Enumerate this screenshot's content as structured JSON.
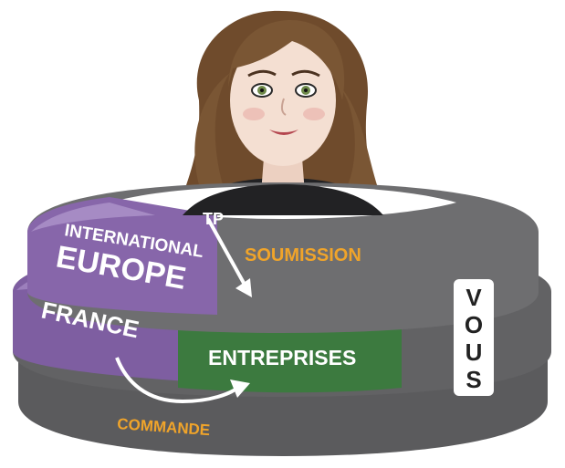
{
  "labels": {
    "international": "INTERNATIONAL",
    "europe": "EUROPE",
    "tp": "TP",
    "soumission": "SOUMISSION",
    "france": "FRANCE",
    "entreprises": "ENTREPRISES",
    "commande": "COMMANDE",
    "vous": [
      "V",
      "O",
      "U",
      "S"
    ]
  },
  "colors": {
    "ring_dark": "#5b5b5d",
    "ring_mid": "#6e6e70",
    "ring_inner": "#3f3f41",
    "purple": "#7e5ea1",
    "purple_light": "#9c7fbc",
    "purple_dark": "#5f447d",
    "green": "#3c7a3f",
    "green_dark": "#2f6231",
    "orange": "#f0a42a",
    "white": "#ffffff",
    "hair": "#7a5634",
    "skin": "#f4dfd2"
  }
}
